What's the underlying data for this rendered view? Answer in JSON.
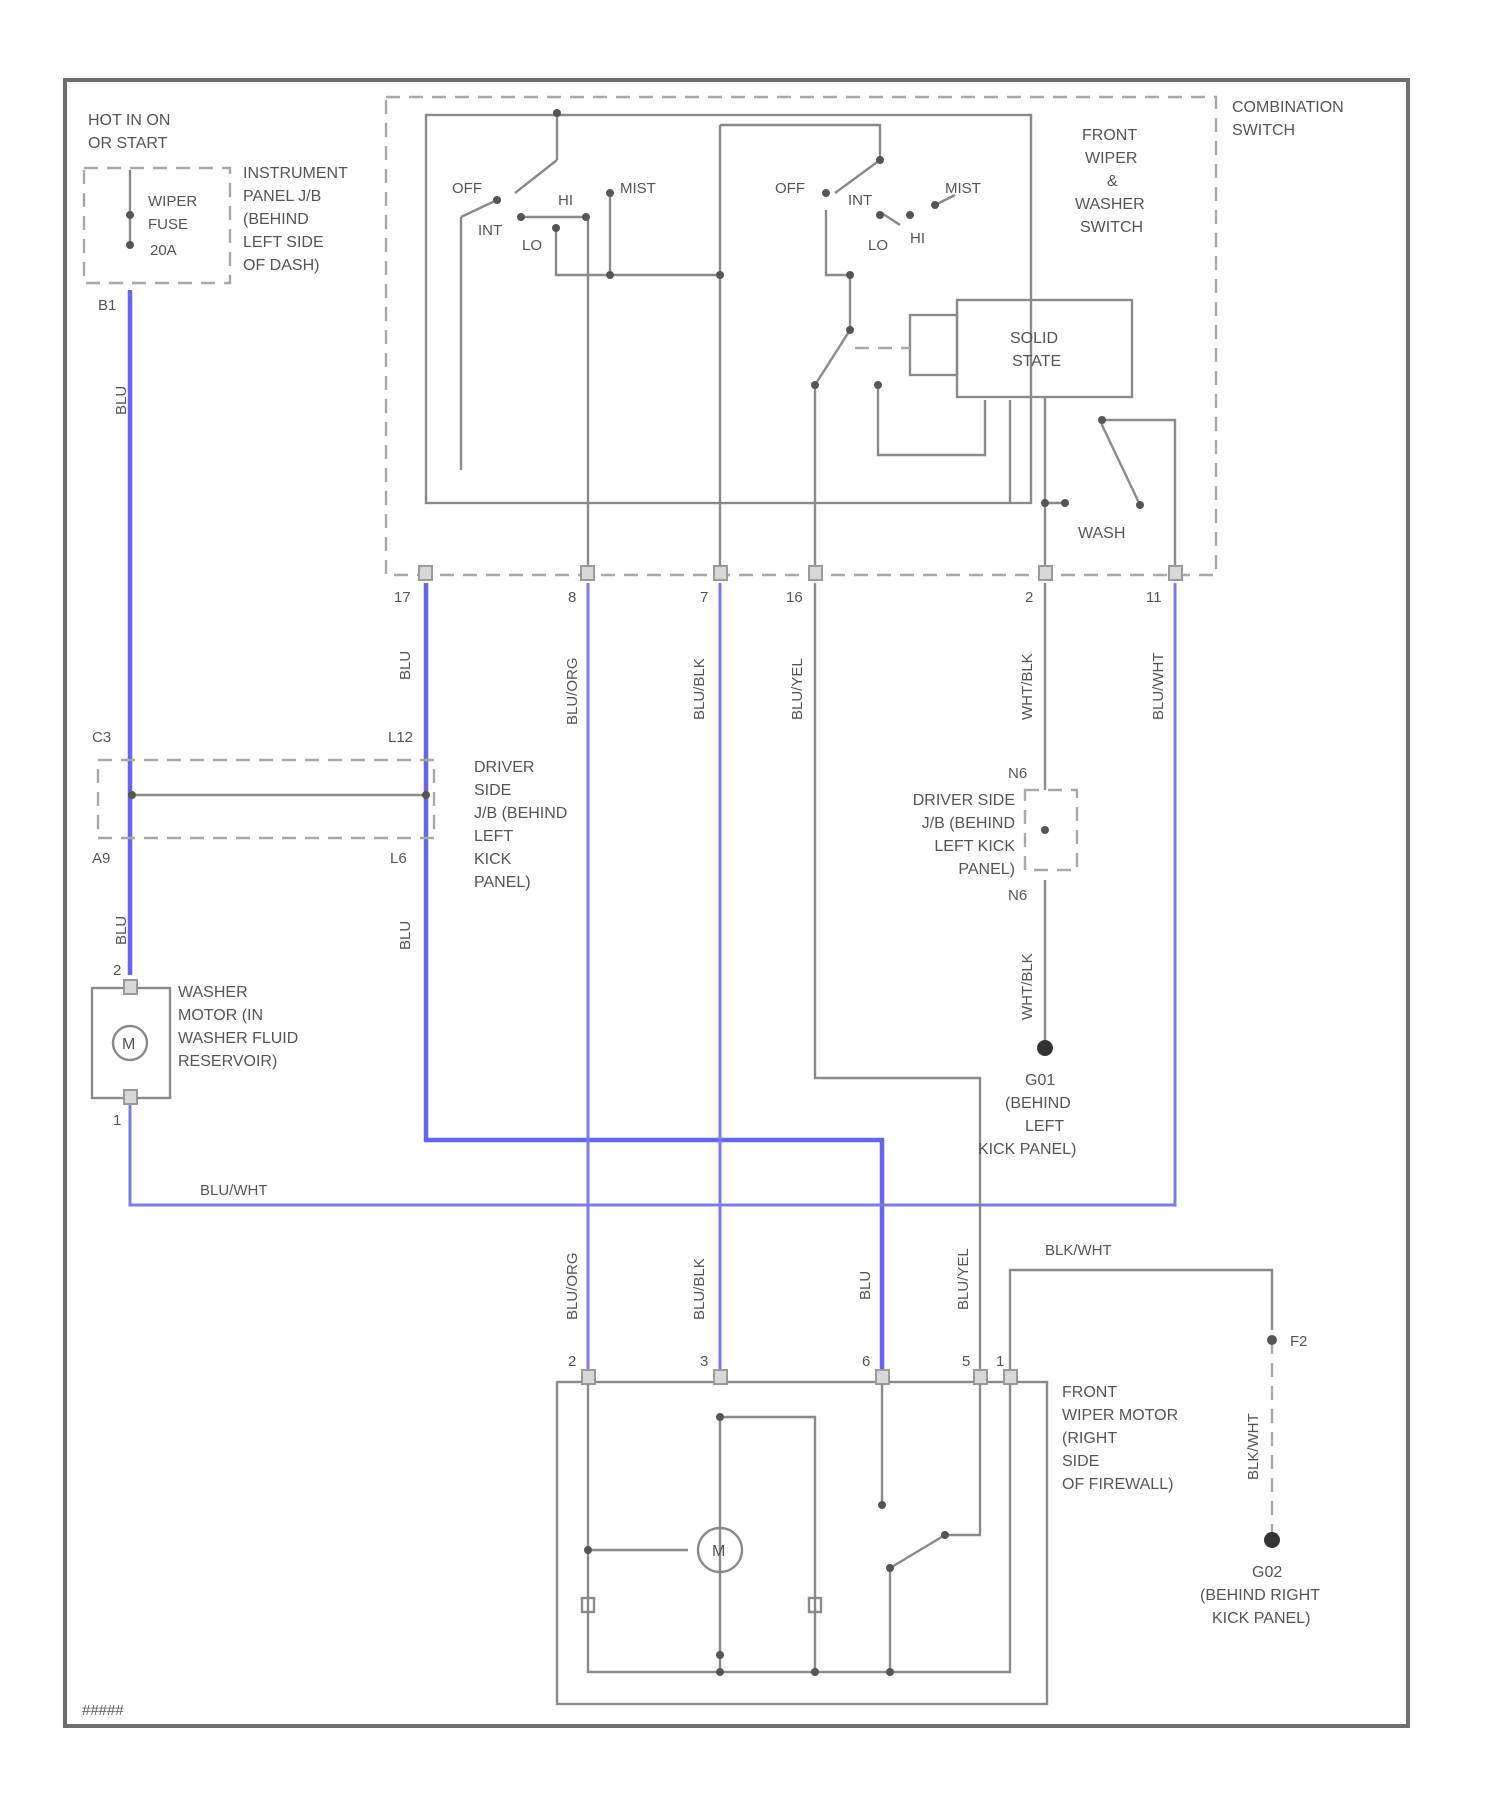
{
  "title": "",
  "figure_id": "#####",
  "components": {
    "power_source": "HOT IN ON OR START",
    "wiper_fuse": "WIPER FUSE 20A",
    "ip_junction_block": [
      "INSTRUMENT",
      "PANEL J/B",
      "(BEHIND",
      "LEFT SIDE",
      "OF DASH)"
    ],
    "combination_switch": [
      "COMBINATION",
      "SWITCH"
    ],
    "wiper_washer_switch": [
      "FRONT",
      "WIPER",
      "&",
      "WASHER",
      "SWITCH"
    ],
    "solid_state": [
      "SOLID",
      "STATE"
    ],
    "wash_switch": "WASH",
    "driver_side_jb_left": [
      "DRIVER",
      "SIDE",
      "J/B (BEHIND",
      "LEFT",
      "KICK",
      "PANEL)"
    ],
    "driver_side_jb_right": [
      "DRIVER SIDE",
      "J/B (BEHIND",
      "LEFT KICK",
      "PANEL)"
    ],
    "washer_motor": [
      "WASHER",
      "MOTOR (IN",
      "WASHER FLUID",
      "RESERVOIR)"
    ],
    "ground_g01": [
      "G01",
      "(BEHIND",
      "LEFT",
      "KICK PANEL)"
    ],
    "ground_g02": [
      "G02",
      "(BEHIND RIGHT",
      "KICK PANEL)"
    ],
    "wiper_motor": [
      "FRONT",
      "WIPER MOTOR",
      "(RIGHT",
      "SIDE",
      "OF FIREWALL)"
    ],
    "motor_symbol": "M"
  },
  "switch_positions": {
    "left": [
      "OFF",
      "INT",
      "HI",
      "MIST",
      "LO"
    ],
    "right": [
      "OFF",
      "INT",
      "MIST",
      "LO",
      "HI"
    ]
  },
  "connector_pins": {
    "fuse_out": "B1",
    "switch": [
      "17",
      "8",
      "7",
      "16",
      "2",
      "11"
    ],
    "jb_left": [
      "C3",
      "L12",
      "A9",
      "L6"
    ],
    "jb_right": [
      "N6",
      "N6"
    ],
    "washer": [
      "2",
      "1"
    ],
    "motor": [
      "2",
      "3",
      "6",
      "5",
      "1"
    ],
    "ground_pin": "F2"
  },
  "wire_colors": {
    "blu": "BLU",
    "blu_org": "BLU/ORG",
    "blu_blk": "BLU/BLK",
    "blu_yel": "BLU/YEL",
    "wht_blk": "WHT/BLK",
    "blu_wht": "BLU/WHT",
    "blk_wht": "BLK/WHT",
    "highlight": "#6666e8",
    "wire": "#8a8a8a"
  }
}
